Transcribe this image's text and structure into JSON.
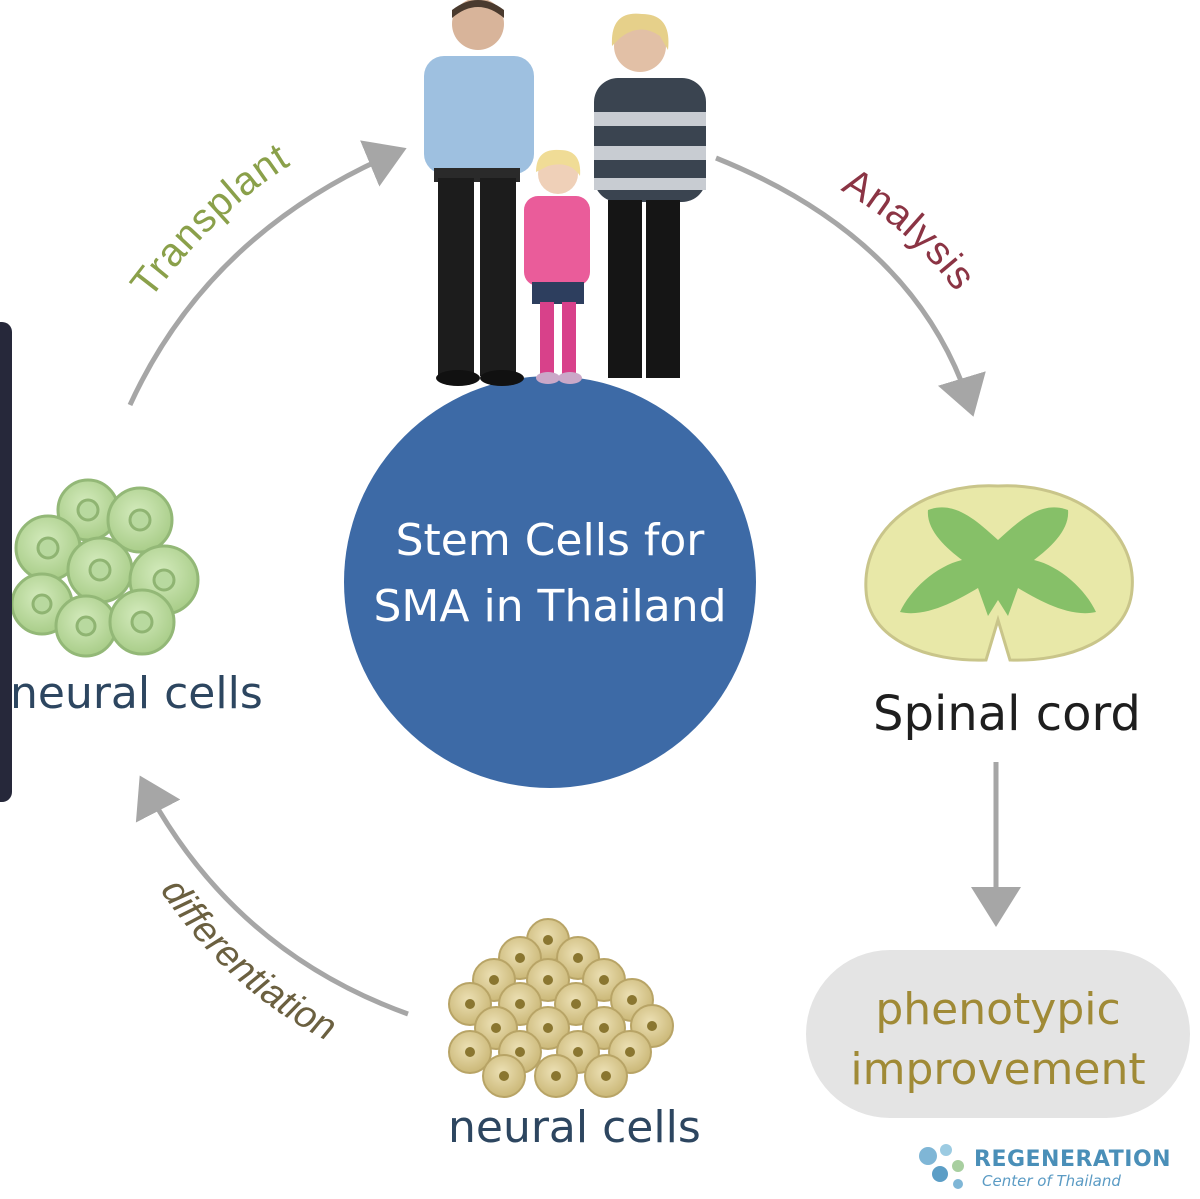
{
  "title": "Stem Cells for SMA in Thailand",
  "center": {
    "line1": "Stem Cells for",
    "line2": "SMA in Thailand"
  },
  "nodes": {
    "neural_left": "neural cells",
    "neural_bottom": "neural cells",
    "spinal": "Spinal cord",
    "pheno_line1": "phenotypic",
    "pheno_line2": "improvement"
  },
  "arrows": {
    "transplant": "Transplant",
    "analysis": "Analysis",
    "differentiation": "differentiation"
  },
  "logo": {
    "name": "REGENERATION",
    "sub": "Center of Thailand"
  },
  "colors": {
    "center_circle": "#3d6aa6",
    "transplant_text": "#8aa04a",
    "analysis_text": "#8b3444",
    "differentiation_text": "#6b6040",
    "arrow": "#a6a6a6",
    "green_cells": "#bcd9a0",
    "tan_cells": "#d8c894",
    "spinal_white": "#e8e8a8",
    "spinal_grey": "#86c068"
  }
}
